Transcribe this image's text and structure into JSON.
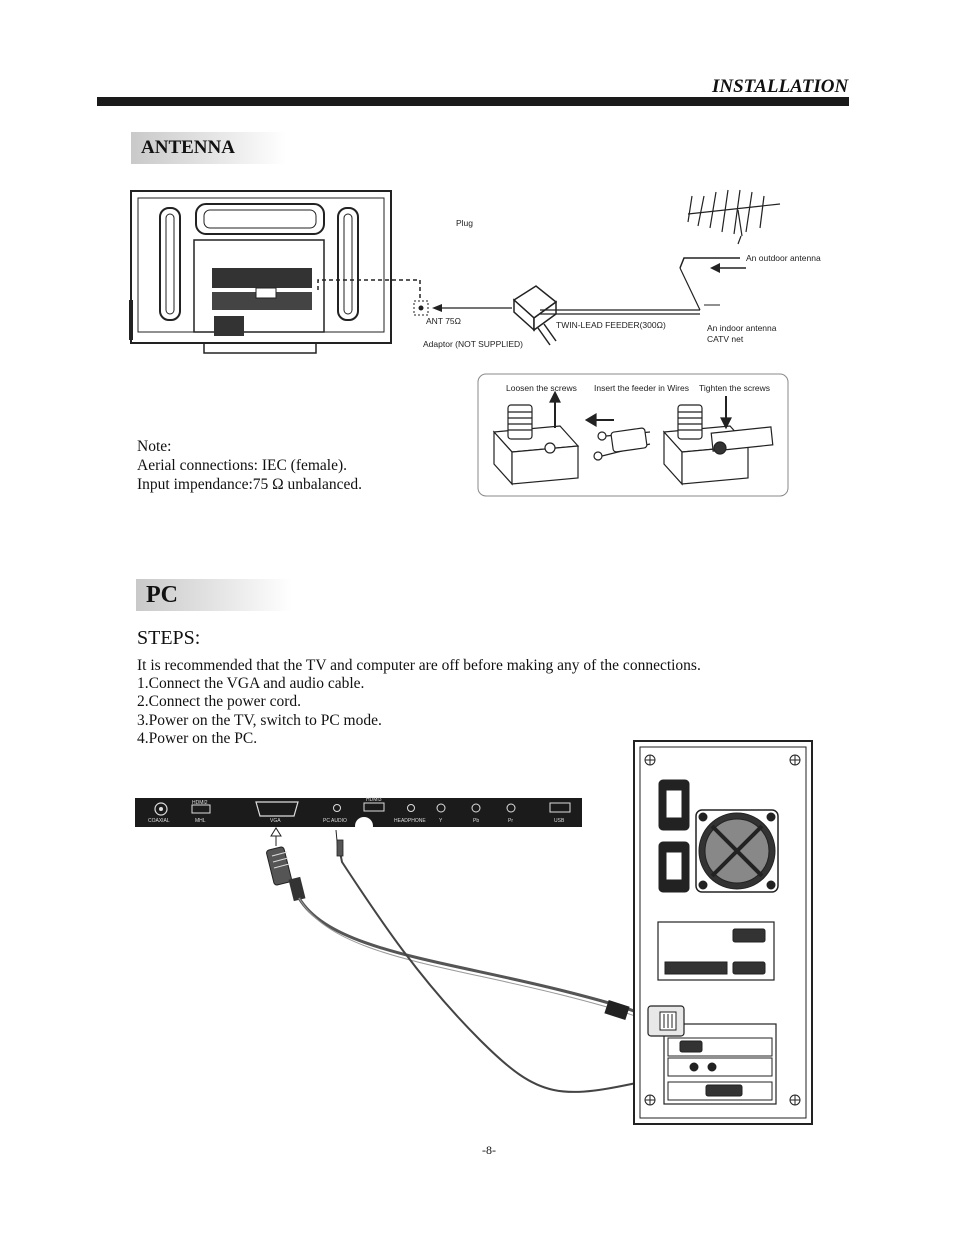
{
  "header": {
    "title": "INSTALLATION"
  },
  "antenna": {
    "section_title": "ANTENNA",
    "labels": {
      "plug": "Plug",
      "outdoor": "An outdoor antenna",
      "ant75": "ANT 75Ω",
      "twinlead": "TWIN-LEAD FEEDER(300Ω)",
      "indoor": "An indoor antenna",
      "catv": "CATV net",
      "adaptor": "Adaptor  (NOT SUPPLIED)",
      "loosen": "Loosen the screws",
      "insert": "Insert the feeder in Wires",
      "tighten": "Tighten the screws"
    },
    "note": {
      "heading": "Note:",
      "line1": "Aerial connections: IEC (female).",
      "line2": "Input impendance:75 Ω unbalanced."
    }
  },
  "pc": {
    "section_title": "PC",
    "steps_title": "STEPS:",
    "intro": "It is recommended that the TV and computer are off before making any of the connections.",
    "steps": [
      "1.Connect the VGA  and audio cable.",
      "2.Connect the power cord.",
      "3.Power on the TV, switch  to PC mode.",
      "4.Power on the PC."
    ],
    "panel_labels": {
      "coaxial": "COAXIAL",
      "hdmi2": "HDMI2",
      "mhl": "MHL",
      "vga": "VGA",
      "pc_audio": "PC AUDIO",
      "hdmi3": "HDMI3",
      "headphone": "HEADPHONE",
      "y": "Y",
      "pb": "Pb",
      "pr": "Pr",
      "usb": "USB"
    }
  },
  "footer": {
    "page_number": "-8-"
  }
}
